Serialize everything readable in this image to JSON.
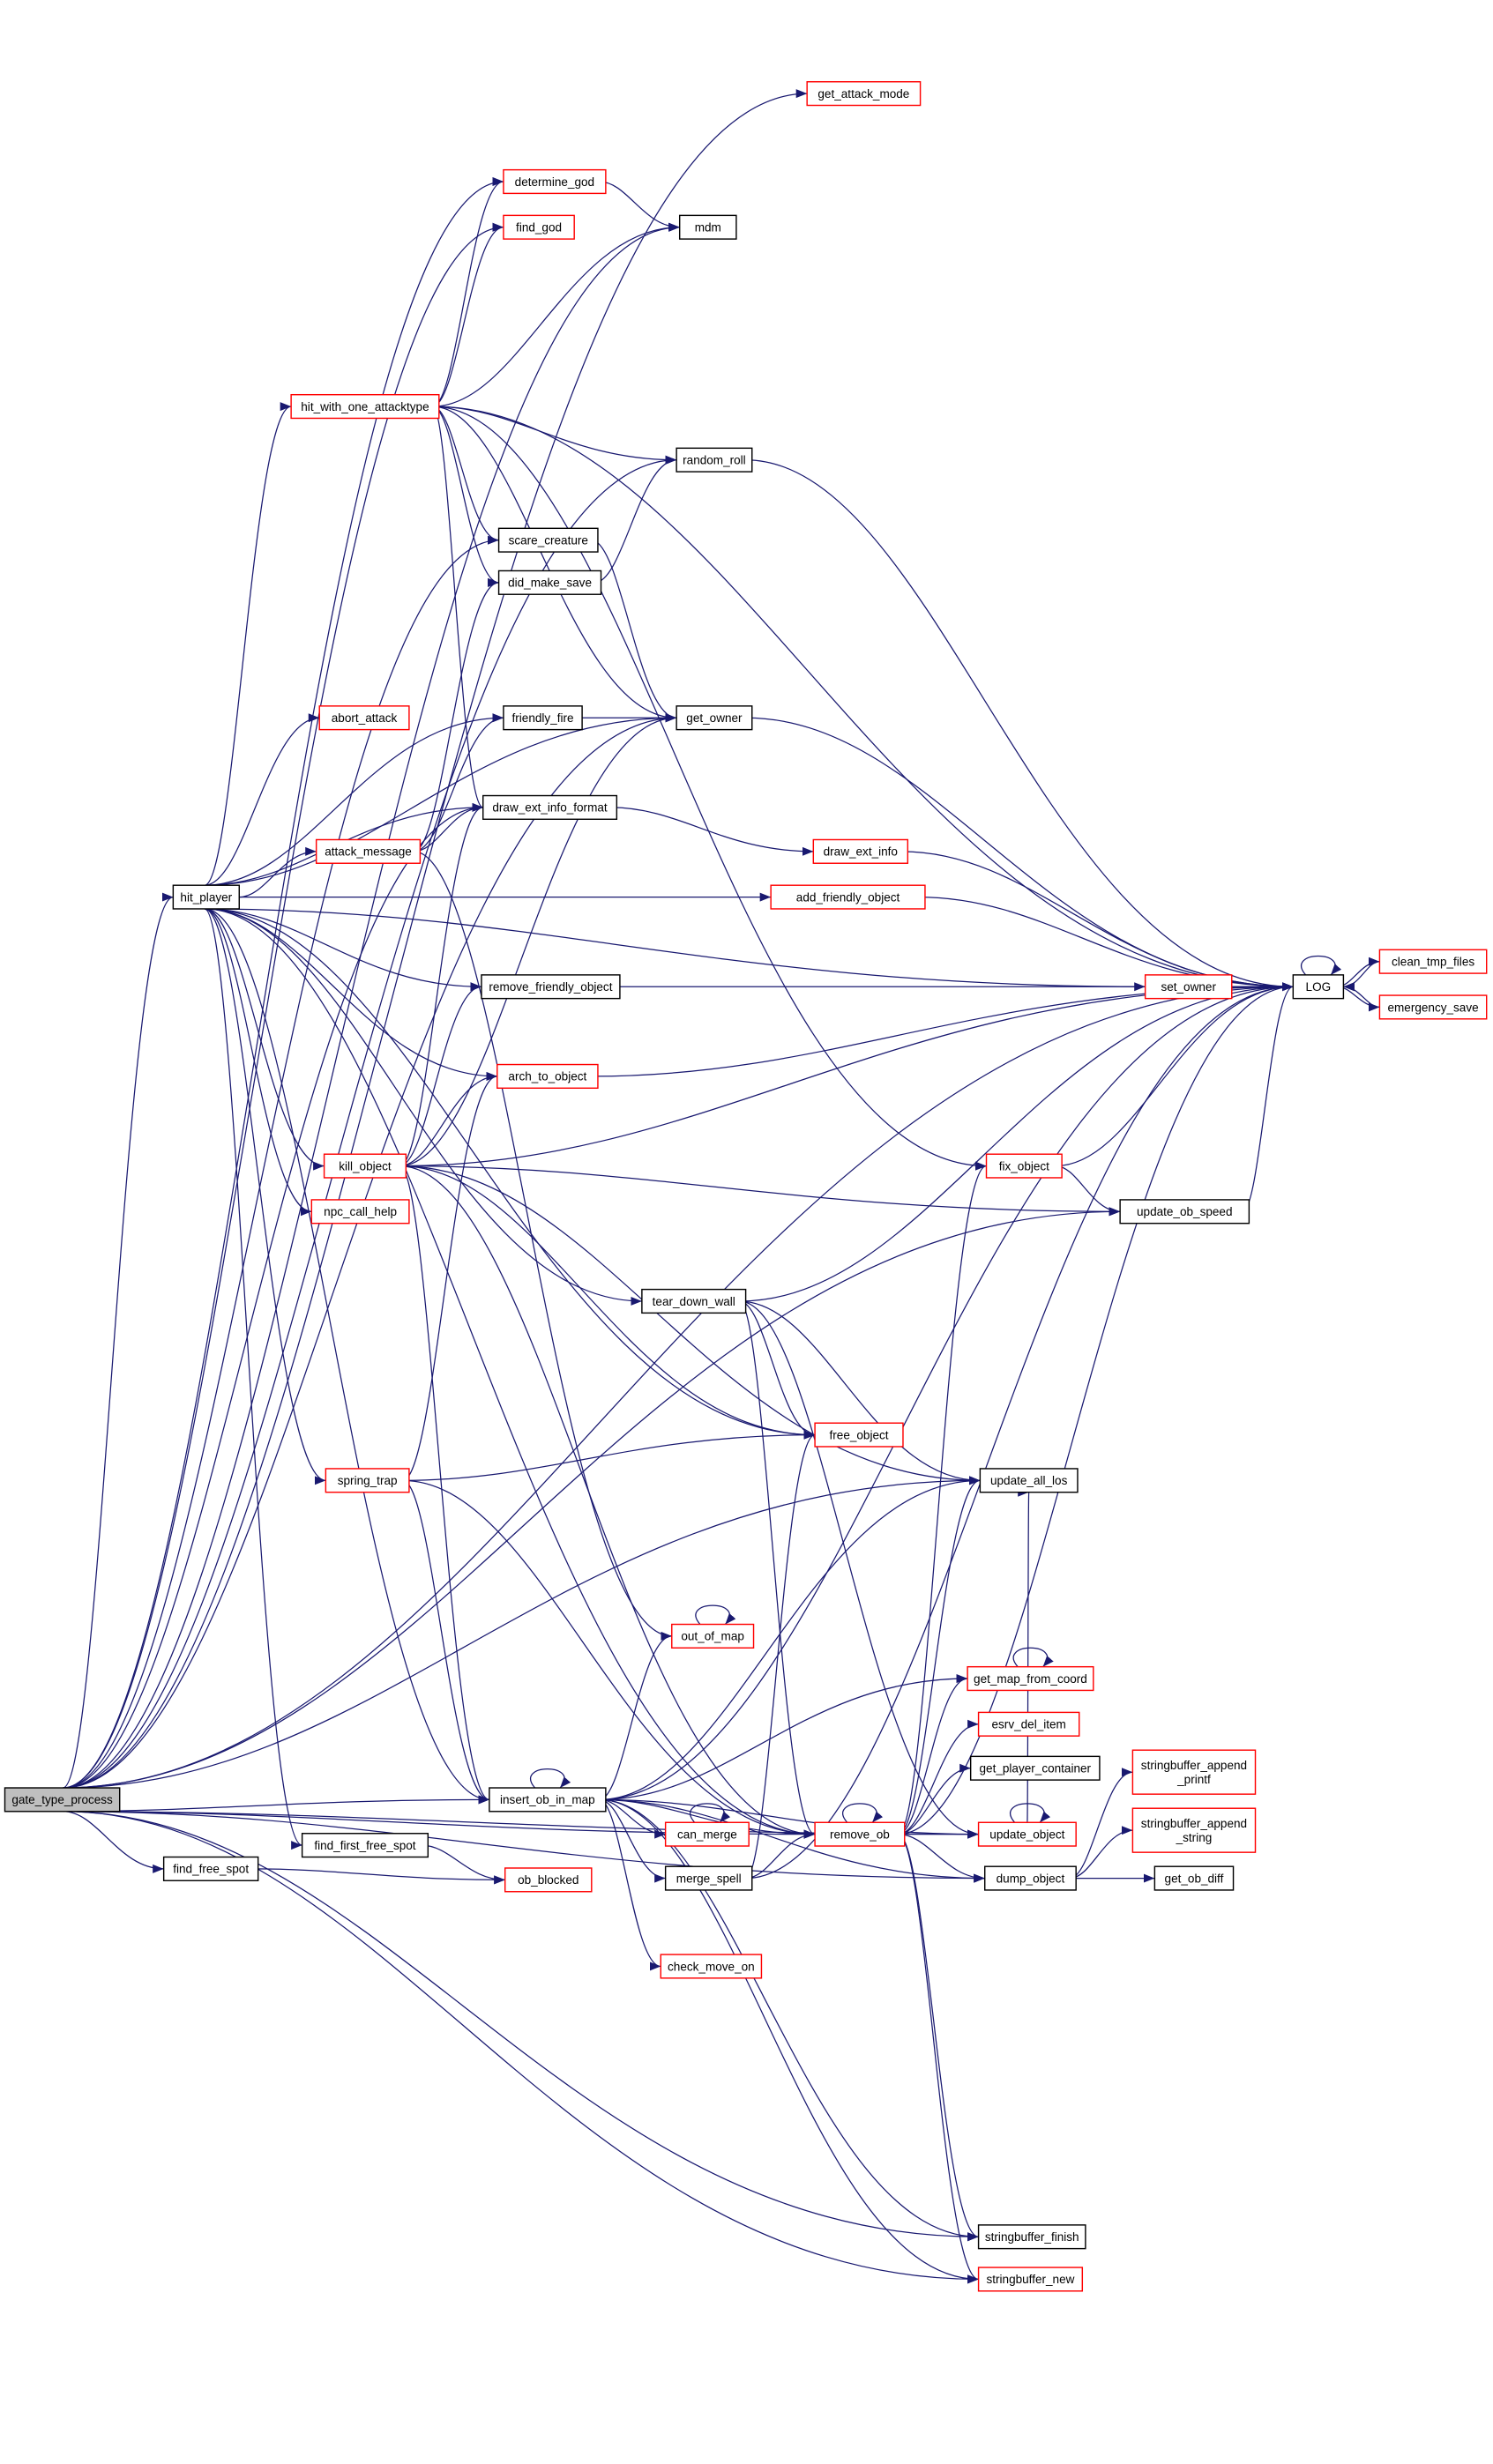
{
  "graph": {
    "root": "gate_type_process",
    "edge_color": "#191970",
    "incomplete_node_border": "#ff0000",
    "nodes": [
      {
        "id": "gate_type_process",
        "label": [
          "gate_type_process"
        ],
        "style": "root"
      },
      {
        "id": "hit_player",
        "label": [
          "hit_player"
        ],
        "style": "normal"
      },
      {
        "id": "get_attack_mode",
        "label": [
          "get_attack_mode"
        ],
        "style": "red"
      },
      {
        "id": "determine_god",
        "label": [
          "determine_god"
        ],
        "style": "red"
      },
      {
        "id": "mdm",
        "label": [
          "mdm"
        ],
        "style": "normal"
      },
      {
        "id": "find_god",
        "label": [
          "find_god"
        ],
        "style": "red"
      },
      {
        "id": "hit_with_one_attacktype",
        "label": [
          "hit_with_one_attacktype"
        ],
        "style": "red"
      },
      {
        "id": "random_roll",
        "label": [
          "random_roll"
        ],
        "style": "normal"
      },
      {
        "id": "scare_creature",
        "label": [
          "scare_creature"
        ],
        "style": "normal"
      },
      {
        "id": "did_make_save",
        "label": [
          "did_make_save"
        ],
        "style": "normal"
      },
      {
        "id": "abort_attack",
        "label": [
          "abort_attack"
        ],
        "style": "red"
      },
      {
        "id": "friendly_fire",
        "label": [
          "friendly_fire"
        ],
        "style": "normal"
      },
      {
        "id": "get_owner",
        "label": [
          "get_owner"
        ],
        "style": "normal"
      },
      {
        "id": "draw_ext_info_format",
        "label": [
          "draw_ext_info_format"
        ],
        "style": "normal"
      },
      {
        "id": "attack_message",
        "label": [
          "attack_message"
        ],
        "style": "red"
      },
      {
        "id": "draw_ext_info",
        "label": [
          "draw_ext_info"
        ],
        "style": "red"
      },
      {
        "id": "add_friendly_object",
        "label": [
          "add_friendly_object"
        ],
        "style": "red"
      },
      {
        "id": "remove_friendly_object",
        "label": [
          "remove_friendly_object"
        ],
        "style": "normal"
      },
      {
        "id": "set_owner",
        "label": [
          "set_owner"
        ],
        "style": "red"
      },
      {
        "id": "LOG",
        "label": [
          "LOG"
        ],
        "style": "normal"
      },
      {
        "id": "clean_tmp_files",
        "label": [
          "clean_tmp_files"
        ],
        "style": "red"
      },
      {
        "id": "emergency_save",
        "label": [
          "emergency_save"
        ],
        "style": "red"
      },
      {
        "id": "arch_to_object",
        "label": [
          "arch_to_object"
        ],
        "style": "red"
      },
      {
        "id": "kill_object",
        "label": [
          "kill_object"
        ],
        "style": "red"
      },
      {
        "id": "fix_object",
        "label": [
          "fix_object"
        ],
        "style": "red"
      },
      {
        "id": "npc_call_help",
        "label": [
          "npc_call_help"
        ],
        "style": "red"
      },
      {
        "id": "update_ob_speed",
        "label": [
          "update_ob_speed"
        ],
        "style": "normal"
      },
      {
        "id": "tear_down_wall",
        "label": [
          "tear_down_wall"
        ],
        "style": "normal"
      },
      {
        "id": "free_object",
        "label": [
          "free_object"
        ],
        "style": "red"
      },
      {
        "id": "spring_trap",
        "label": [
          "spring_trap"
        ],
        "style": "red"
      },
      {
        "id": "update_all_los",
        "label": [
          "update_all_los"
        ],
        "style": "normal"
      },
      {
        "id": "out_of_map",
        "label": [
          "out_of_map"
        ],
        "style": "red"
      },
      {
        "id": "get_map_from_coord",
        "label": [
          "get_map_from_coord"
        ],
        "style": "red"
      },
      {
        "id": "esrv_del_item",
        "label": [
          "esrv_del_item"
        ],
        "style": "red"
      },
      {
        "id": "get_player_container",
        "label": [
          "get_player_container"
        ],
        "style": "normal"
      },
      {
        "id": "insert_ob_in_map",
        "label": [
          "insert_ob_in_map"
        ],
        "style": "normal"
      },
      {
        "id": "can_merge",
        "label": [
          "can_merge"
        ],
        "style": "red"
      },
      {
        "id": "remove_ob",
        "label": [
          "remove_ob"
        ],
        "style": "red"
      },
      {
        "id": "update_object",
        "label": [
          "update_object"
        ],
        "style": "red"
      },
      {
        "id": "stringbuffer_append_printf",
        "label": [
          "stringbuffer_append",
          "_printf"
        ],
        "style": "red"
      },
      {
        "id": "stringbuffer_append_string",
        "label": [
          "stringbuffer_append",
          "_string"
        ],
        "style": "red"
      },
      {
        "id": "find_first_free_spot",
        "label": [
          "find_first_free_spot"
        ],
        "style": "normal"
      },
      {
        "id": "find_free_spot",
        "label": [
          "find_free_spot"
        ],
        "style": "normal"
      },
      {
        "id": "merge_spell",
        "label": [
          "merge_spell"
        ],
        "style": "normal"
      },
      {
        "id": "dump_object",
        "label": [
          "dump_object"
        ],
        "style": "normal"
      },
      {
        "id": "get_ob_diff",
        "label": [
          "get_ob_diff"
        ],
        "style": "normal"
      },
      {
        "id": "ob_blocked",
        "label": [
          "ob_blocked"
        ],
        "style": "red"
      },
      {
        "id": "check_move_on",
        "label": [
          "check_move_on"
        ],
        "style": "red"
      },
      {
        "id": "stringbuffer_finish",
        "label": [
          "stringbuffer_finish"
        ],
        "style": "normal"
      },
      {
        "id": "stringbuffer_new",
        "label": [
          "stringbuffer_new"
        ],
        "style": "red"
      }
    ],
    "edges": [
      [
        "gate_type_process",
        "hit_player"
      ],
      [
        "gate_type_process",
        "get_attack_mode"
      ],
      [
        "gate_type_process",
        "mdm"
      ],
      [
        "gate_type_process",
        "determine_god"
      ],
      [
        "gate_type_process",
        "find_god"
      ],
      [
        "gate_type_process",
        "random_roll"
      ],
      [
        "gate_type_process",
        "scare_creature"
      ],
      [
        "gate_type_process",
        "get_owner"
      ],
      [
        "gate_type_process",
        "draw_ext_info_format"
      ],
      [
        "gate_type_process",
        "LOG"
      ],
      [
        "gate_type_process",
        "update_ob_speed"
      ],
      [
        "gate_type_process",
        "update_all_los"
      ],
      [
        "gate_type_process",
        "insert_ob_in_map"
      ],
      [
        "gate_type_process",
        "find_free_spot"
      ],
      [
        "gate_type_process",
        "remove_ob"
      ],
      [
        "gate_type_process",
        "update_object"
      ],
      [
        "gate_type_process",
        "dump_object"
      ],
      [
        "gate_type_process",
        "stringbuffer_finish"
      ],
      [
        "gate_type_process",
        "stringbuffer_new"
      ],
      [
        "hit_player",
        "hit_with_one_attacktype"
      ],
      [
        "hit_player",
        "abort_attack"
      ],
      [
        "hit_player",
        "attack_message"
      ],
      [
        "hit_player",
        "friendly_fire"
      ],
      [
        "hit_player",
        "draw_ext_info_format"
      ],
      [
        "hit_player",
        "add_friendly_object"
      ],
      [
        "hit_player",
        "remove_friendly_object"
      ],
      [
        "hit_player",
        "set_owner"
      ],
      [
        "hit_player",
        "arch_to_object"
      ],
      [
        "hit_player",
        "kill_object"
      ],
      [
        "hit_player",
        "npc_call_help"
      ],
      [
        "hit_player",
        "tear_down_wall"
      ],
      [
        "hit_player",
        "free_object"
      ],
      [
        "hit_player",
        "spring_trap"
      ],
      [
        "hit_player",
        "insert_ob_in_map"
      ],
      [
        "hit_player",
        "find_first_free_spot"
      ],
      [
        "hit_player",
        "remove_ob"
      ],
      [
        "hit_player",
        "get_owner"
      ],
      [
        "hit_with_one_attacktype",
        "determine_god"
      ],
      [
        "hit_with_one_attacktype",
        "find_god"
      ],
      [
        "hit_with_one_attacktype",
        "mdm"
      ],
      [
        "hit_with_one_attacktype",
        "LOG"
      ],
      [
        "hit_with_one_attacktype",
        "random_roll"
      ],
      [
        "hit_with_one_attacktype",
        "scare_creature"
      ],
      [
        "hit_with_one_attacktype",
        "did_make_save"
      ],
      [
        "hit_with_one_attacktype",
        "get_owner"
      ],
      [
        "hit_with_one_attacktype",
        "draw_ext_info_format"
      ],
      [
        "hit_with_one_attacktype",
        "fix_object"
      ],
      [
        "determine_god",
        "mdm"
      ],
      [
        "random_roll",
        "LOG"
      ],
      [
        "scare_creature",
        "get_owner"
      ],
      [
        "did_make_save",
        "random_roll"
      ],
      [
        "friendly_fire",
        "get_owner"
      ],
      [
        "get_owner",
        "LOG"
      ],
      [
        "draw_ext_info_format",
        "draw_ext_info"
      ],
      [
        "draw_ext_info",
        "LOG"
      ],
      [
        "attack_message",
        "draw_ext_info_format"
      ],
      [
        "attack_message",
        "friendly_fire"
      ],
      [
        "attack_message",
        "did_make_save"
      ],
      [
        "attack_message",
        "out_of_map"
      ],
      [
        "add_friendly_object",
        "LOG"
      ],
      [
        "remove_friendly_object",
        "LOG"
      ],
      [
        "set_owner",
        "LOG"
      ],
      [
        "LOG",
        "LOG"
      ],
      [
        "LOG",
        "clean_tmp_files"
      ],
      [
        "LOG",
        "emergency_save"
      ],
      [
        "clean_tmp_files",
        "LOG"
      ],
      [
        "emergency_save",
        "LOG"
      ],
      [
        "arch_to_object",
        "LOG"
      ],
      [
        "kill_object",
        "LOG"
      ],
      [
        "kill_object",
        "update_ob_speed"
      ],
      [
        "kill_object",
        "get_owner"
      ],
      [
        "kill_object",
        "draw_ext_info_format"
      ],
      [
        "kill_object",
        "remove_friendly_object"
      ],
      [
        "kill_object",
        "arch_to_object"
      ],
      [
        "kill_object",
        "free_object"
      ],
      [
        "kill_object",
        "update_all_los"
      ],
      [
        "kill_object",
        "insert_ob_in_map"
      ],
      [
        "kill_object",
        "remove_ob"
      ],
      [
        "fix_object",
        "LOG"
      ],
      [
        "fix_object",
        "update_ob_speed"
      ],
      [
        "update_ob_speed",
        "LOG"
      ],
      [
        "tear_down_wall",
        "LOG"
      ],
      [
        "tear_down_wall",
        "free_object"
      ],
      [
        "tear_down_wall",
        "update_all_los"
      ],
      [
        "tear_down_wall",
        "remove_ob"
      ],
      [
        "tear_down_wall",
        "update_object"
      ],
      [
        "spring_trap",
        "arch_to_object"
      ],
      [
        "spring_trap",
        "free_object"
      ],
      [
        "spring_trap",
        "insert_ob_in_map"
      ],
      [
        "spring_trap",
        "remove_ob"
      ],
      [
        "insert_ob_in_map",
        "insert_ob_in_map"
      ],
      [
        "insert_ob_in_map",
        "out_of_map"
      ],
      [
        "insert_ob_in_map",
        "update_all_los"
      ],
      [
        "insert_ob_in_map",
        "get_map_from_coord"
      ],
      [
        "insert_ob_in_map",
        "can_merge"
      ],
      [
        "insert_ob_in_map",
        "merge_spell"
      ],
      [
        "insert_ob_in_map",
        "remove_ob"
      ],
      [
        "insert_ob_in_map",
        "check_move_on"
      ],
      [
        "insert_ob_in_map",
        "update_object"
      ],
      [
        "insert_ob_in_map",
        "dump_object"
      ],
      [
        "insert_ob_in_map",
        "stringbuffer_finish"
      ],
      [
        "insert_ob_in_map",
        "stringbuffer_new"
      ],
      [
        "insert_ob_in_map",
        "LOG"
      ],
      [
        "out_of_map",
        "out_of_map"
      ],
      [
        "get_map_from_coord",
        "get_map_from_coord"
      ],
      [
        "can_merge",
        "can_merge"
      ],
      [
        "remove_ob",
        "remove_ob"
      ],
      [
        "remove_ob",
        "fix_object"
      ],
      [
        "remove_ob",
        "update_all_los"
      ],
      [
        "remove_ob",
        "get_map_from_coord"
      ],
      [
        "remove_ob",
        "esrv_del_item"
      ],
      [
        "remove_ob",
        "get_player_container"
      ],
      [
        "remove_ob",
        "update_object"
      ],
      [
        "remove_ob",
        "dump_object"
      ],
      [
        "remove_ob",
        "LOG"
      ],
      [
        "remove_ob",
        "stringbuffer_finish"
      ],
      [
        "remove_ob",
        "stringbuffer_new"
      ],
      [
        "merge_spell",
        "remove_ob"
      ],
      [
        "merge_spell",
        "free_object"
      ],
      [
        "merge_spell",
        "LOG"
      ],
      [
        "update_object",
        "update_object"
      ],
      [
        "update_object",
        "update_all_los"
      ],
      [
        "dump_object",
        "stringbuffer_append_printf"
      ],
      [
        "dump_object",
        "stringbuffer_append_string"
      ],
      [
        "dump_object",
        "get_ob_diff"
      ],
      [
        "find_free_spot",
        "ob_blocked"
      ],
      [
        "find_first_free_spot",
        "ob_blocked"
      ]
    ]
  }
}
